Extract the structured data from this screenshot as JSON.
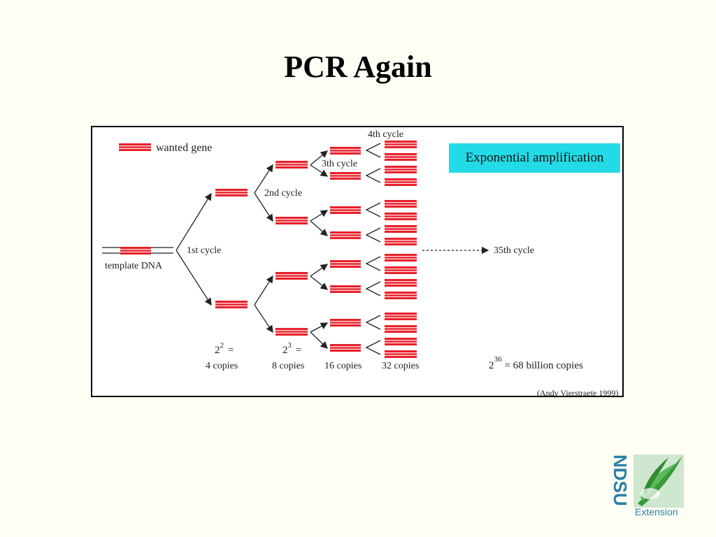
{
  "slide": {
    "title": "PCR Again"
  },
  "figure": {
    "legend_label": "wanted gene",
    "template_label": "template DNA",
    "cycle_labels": {
      "first": "1st cycle",
      "second": "2nd cycle",
      "third": "3th cycle",
      "fourth": "4th cycle",
      "final": "35th cycle"
    },
    "callout": "Exponential amplification",
    "copies": {
      "c4_formula_base": "2",
      "c4_formula_exp": "2",
      "c4_formula_eq": "=",
      "c4_label": "4 copies",
      "c8_formula_base": "2",
      "c8_formula_exp": "3",
      "c8_formula_eq": "=",
      "c8_label": "8 copies",
      "c16_label": "16 copies",
      "c32_label": "32 copies",
      "big_base": "2",
      "big_exp": "36",
      "big_rest": "= 68 billion copies"
    },
    "credit": "(Andy Vierstraete 1999)"
  },
  "logo": {
    "name": "NDSU",
    "sub": "Extension"
  },
  "colors": {
    "gene_red": "#e8202a",
    "callout_bg": "#22dbe6",
    "logo_blue": "#2a7fa8",
    "logo_green": "#3a9a3a"
  }
}
